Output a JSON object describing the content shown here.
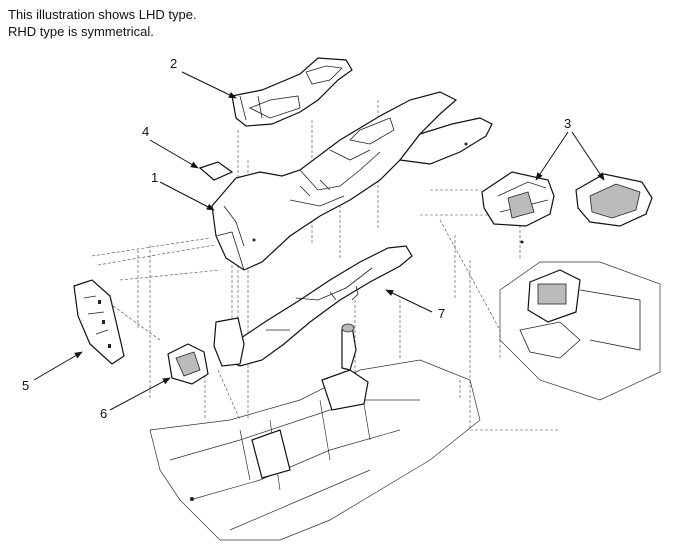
{
  "note": {
    "line1": "This illustration shows LHD type.",
    "line2": "RHD type is symmetrical."
  },
  "callouts": {
    "c1": "1",
    "c2": "2",
    "c3": "3",
    "c4": "4",
    "c5": "5",
    "c6": "6",
    "c7": "7"
  }
}
